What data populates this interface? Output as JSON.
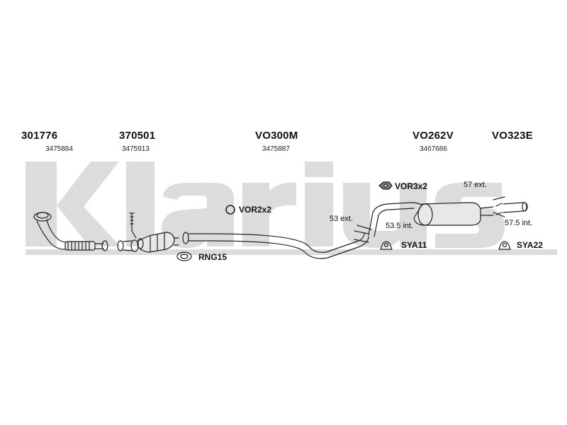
{
  "watermark": {
    "text": "klarius",
    "color": "#d9d9d9"
  },
  "parts": [
    {
      "part_no": "301776",
      "oe_no": "3475884"
    },
    {
      "part_no": "370501",
      "oe_no": "3475913"
    },
    {
      "part_no": "VO300M",
      "oe_no": "3475887"
    },
    {
      "part_no": "VO262V",
      "oe_no": "3467686"
    },
    {
      "part_no": "VO323E",
      "oe_no": ""
    }
  ],
  "fittings": {
    "vor2x2": "VOR2x2",
    "vor3x2": "VOR3x2",
    "rng15": "RNG15",
    "sya11": "SYA11",
    "sya22": "SYA22"
  },
  "dimensions": {
    "d53_ext": "53 ext.",
    "d53_5_int": "53.5 int.",
    "d57_ext": "57 ext.",
    "d57_5_int": "57.5 int."
  }
}
